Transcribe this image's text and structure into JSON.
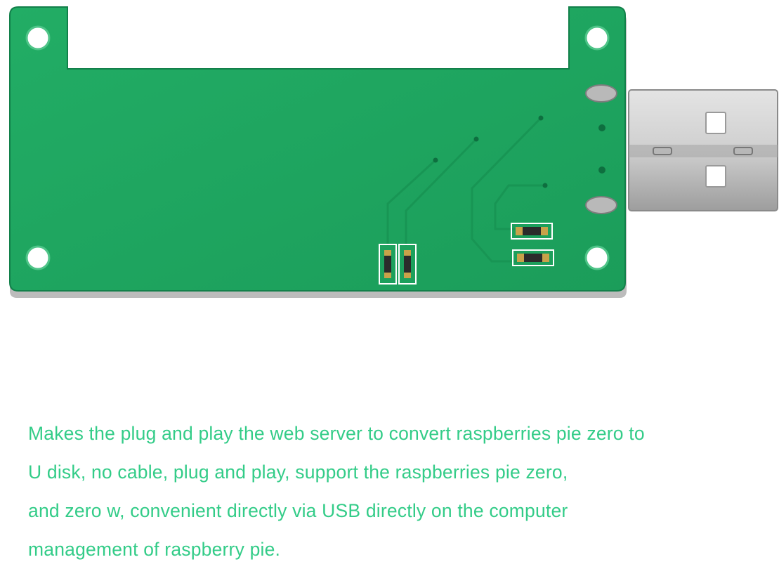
{
  "colors": {
    "background": "#ffffff",
    "pcb_green": "#1fa760",
    "pcb_edge": "#12804a",
    "trace_green": "#189554",
    "usb_metal": "#c9c9c9",
    "caption_text": "#33cc88"
  },
  "caption": {
    "lines": [
      "Makes the plug and play the web server to convert raspberries pie zero to",
      "U disk, no cable, plug and play, support the raspberries pie zero,",
      "and zero w, convenient directly via USB directly on the computer",
      "management of raspberry pie."
    ]
  }
}
